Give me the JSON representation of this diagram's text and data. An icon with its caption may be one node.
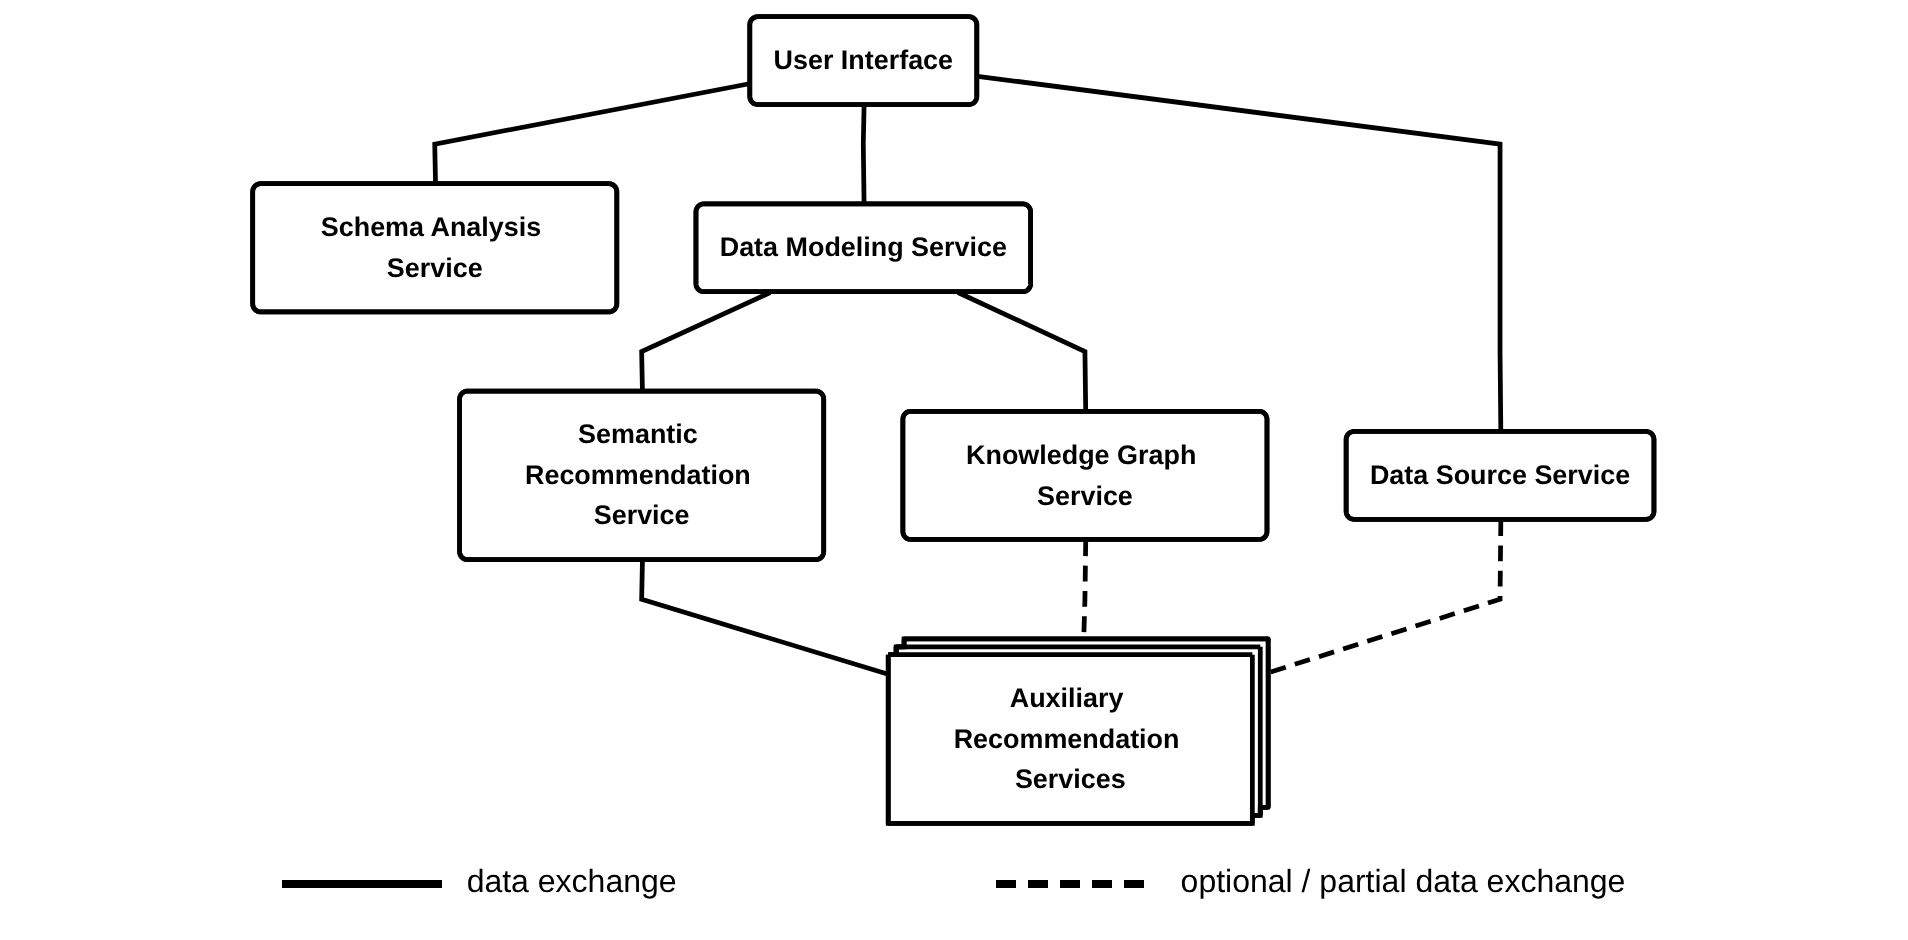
{
  "diagram": {
    "nodes": [
      {
        "text": [
          "User Interface"
        ]
      },
      {
        "text": [
          "Schema Analysis Service"
        ]
      },
      {
        "text": [
          "Data Modeling Service"
        ]
      },
      {
        "text": [
          "Semantic Recommendation Service"
        ]
      },
      {
        "text": [
          "Data Source Service"
        ]
      },
      {
        "text": [
          "Knowledge Graph Service"
        ]
      },
      {
        "text": [
          "Auxiliary Recommendation Services"
        ]
      }
    ],
    "edges": [
      {
        "from": 0,
        "to": 1,
        "arrow": "none"
      },
      {
        "from": 0,
        "to": 2,
        "arrow": "none"
      },
      {
        "from": 0,
        "to": 4,
        "arrow": "none"
      },
      {
        "from": 2,
        "to": 3,
        "arrow": "none"
      },
      {
        "from": 2,
        "to": 5,
        "arrow": "none"
      },
      {
        "from": 3,
        "to": 6,
        "arrow": "none"
      },
      {
        "from": 5,
        "to": 6,
        "arrow": "none",
        "style": "dashed"
      },
      {
        "from": 4,
        "to": 6,
        "arrow": "none",
        "style": "dashed"
      }
    ],
    "legend": [
      {
        "text": "data exchange"
      },
      {
        "text": "optional / partial data exchange"
      }
    ]
  }
}
